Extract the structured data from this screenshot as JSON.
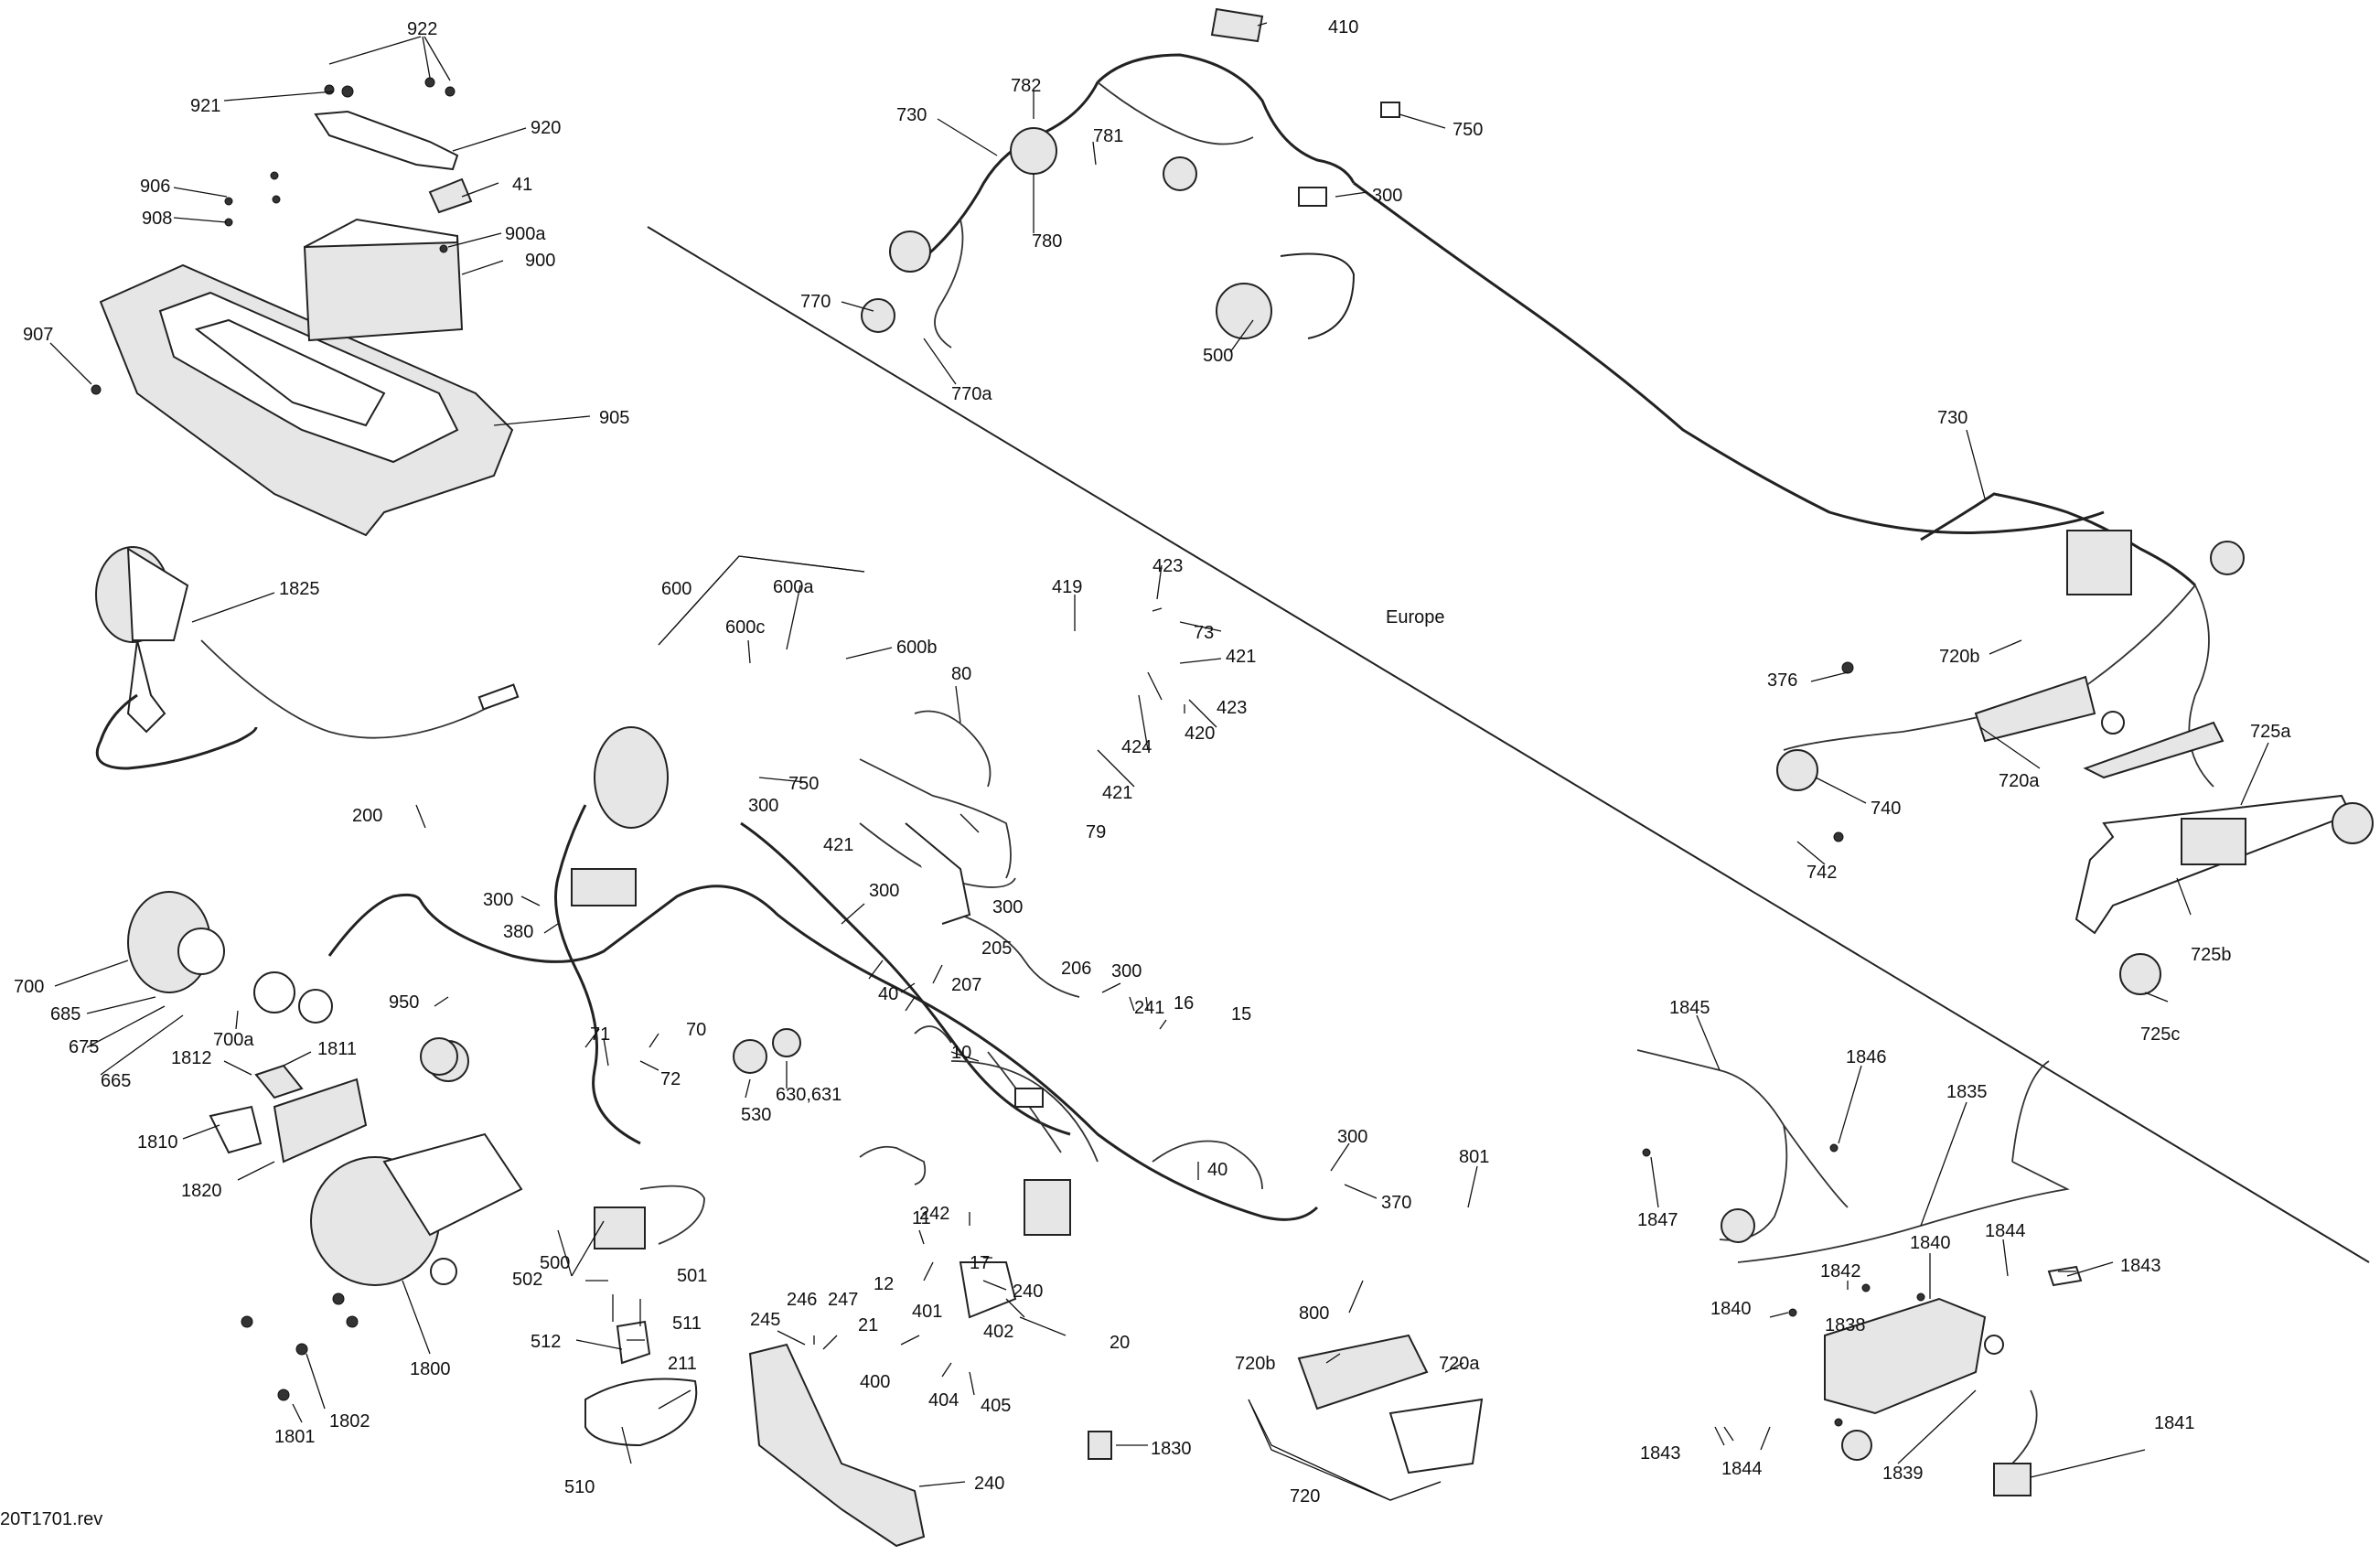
{
  "diagram": {
    "revision": "20T1701.rev",
    "region_label": "Europe",
    "labels": [
      "922",
      "921",
      "920",
      "906",
      "41",
      "908",
      "900a",
      "900",
      "907",
      "905",
      "1825",
      "410",
      "782",
      "730",
      "750",
      "781",
      "300",
      "780",
      "770",
      "500",
      "770a",
      "730",
      "720b",
      "376",
      "740",
      "720a",
      "725a",
      "742",
      "725b",
      "725c",
      "600",
      "600a",
      "600c",
      "600b",
      "80",
      "419",
      "423",
      "73",
      "421",
      "423",
      "424",
      "420",
      "421",
      "750",
      "300",
      "79",
      "421",
      "300",
      "300",
      "200",
      "300",
      "380",
      "40",
      "205",
      "206",
      "207",
      "300",
      "241",
      "16",
      "15",
      "10",
      "40",
      "950",
      "70",
      "71",
      "72",
      "530",
      "630,631",
      "700",
      "685",
      "675",
      "665",
      "700a",
      "1812",
      "1811",
      "1810",
      "1820",
      "1800",
      "1801",
      "1802",
      "502",
      "500",
      "501",
      "511",
      "512",
      "211",
      "510",
      "242",
      "11",
      "12",
      "17",
      "240",
      "21",
      "401",
      "402",
      "400",
      "404",
      "405",
      "20",
      "246",
      "247",
      "245",
      "240",
      "300",
      "370",
      "801",
      "800",
      "720b",
      "720a",
      "720",
      "1830",
      "1845",
      "1846",
      "1847",
      "1835",
      "1840",
      "1844",
      "1843",
      "1842",
      "1840",
      "1838",
      "1839",
      "1841",
      "1843",
      "1844"
    ]
  }
}
